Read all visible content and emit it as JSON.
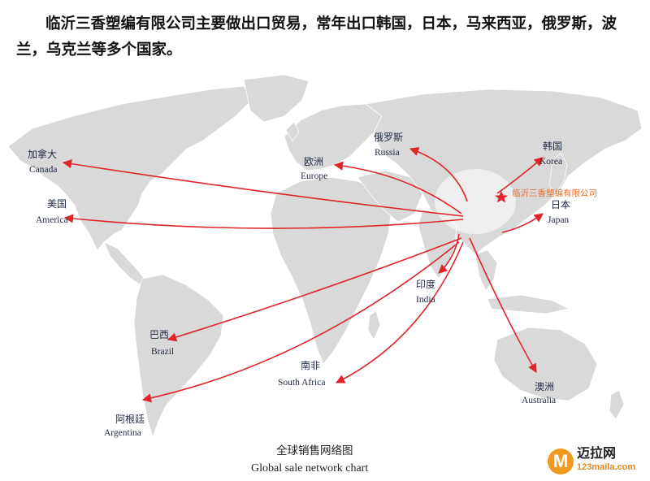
{
  "intro_text": "临沂三香塑编有限公司主要做出口贸易，常年出口韩国，日本，马来西亚，俄罗斯，波兰，乌克兰等多个国家。",
  "hq_label": "临沂三香塑编有限公司",
  "destinations": [
    {
      "id": "canada",
      "zh": "加拿大",
      "en": "Canada"
    },
    {
      "id": "america",
      "zh": "美国",
      "en": "America"
    },
    {
      "id": "europe",
      "zh": "欧洲",
      "en": "Europe"
    },
    {
      "id": "russia",
      "zh": "俄罗斯",
      "en": "Russia"
    },
    {
      "id": "korea",
      "zh": "韩国",
      "en": "Korea"
    },
    {
      "id": "japan",
      "zh": "日本",
      "en": "Japan"
    },
    {
      "id": "india",
      "zh": "印度",
      "en": "India"
    },
    {
      "id": "brazil",
      "zh": "巴西",
      "en": "Brazil"
    },
    {
      "id": "south-africa",
      "zh": "南非",
      "en": "South Africa"
    },
    {
      "id": "australia",
      "zh": "澳洲",
      "en": "Australia"
    },
    {
      "id": "argentina",
      "zh": "阿根廷",
      "en": "Argentina"
    }
  ],
  "caption": {
    "zh": "全球销售网络图",
    "en": "Global sale network chart"
  },
  "watermark": {
    "name": "迈拉网",
    "url": "123maila.com",
    "mark": "M"
  },
  "colors": {
    "arrow": "#e0242a",
    "land": "#d9d9d9",
    "hq_text": "#e8702a",
    "text": "#1f2a44"
  }
}
